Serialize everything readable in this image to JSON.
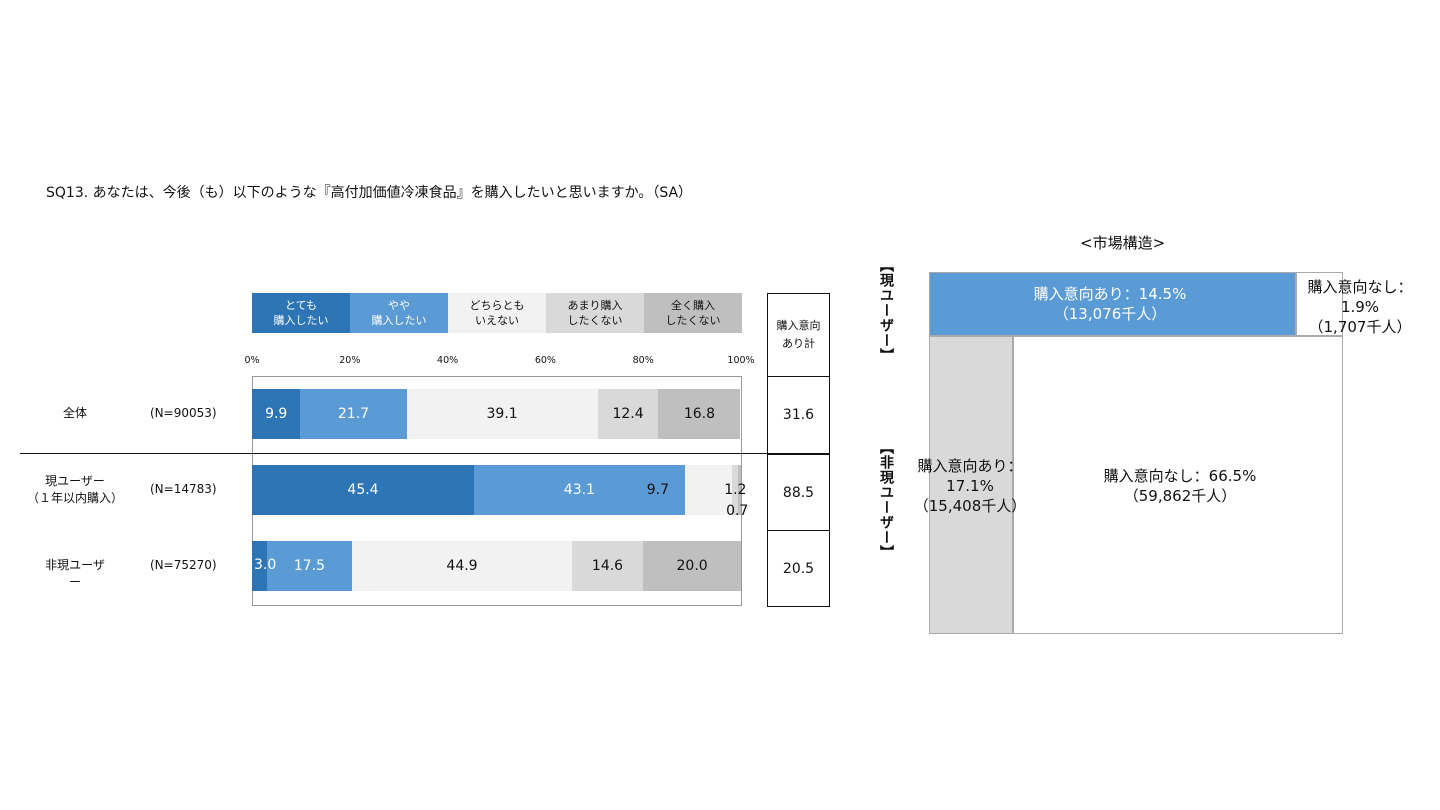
{
  "question": "SQ13. あなたは、今後（も）以下のような『高付加価値冷凍食品』を購入したいと思いますか。（SA）",
  "chart_data": [
    {
      "type": "bar",
      "orientation": "horizontal",
      "stacked": true,
      "xlim": [
        0,
        100
      ],
      "ticks": [
        "0%",
        "20%",
        "40%",
        "60%",
        "80%",
        "100%"
      ],
      "legend": [
        "とても\n購入したい",
        "やや\n購入したい",
        "どちらとも\nいえない",
        "あまり購入\nしたくない",
        "全く購入\nしたくない"
      ],
      "colors": [
        "#2e75b6",
        "#5b9bd5",
        "#f2f2f2",
        "#d9d9d9",
        "#bfbfbf"
      ],
      "label_colors": [
        "#ffffff",
        "#ffffff",
        "#111111",
        "#111111",
        "#111111"
      ],
      "legend_placement": "top",
      "categories": [
        {
          "label": "全体",
          "n": "(N=90053)",
          "values": [
            9.9,
            21.7,
            39.1,
            12.4,
            16.8
          ],
          "total": "31.6"
        },
        {
          "label": "現ユーザー\n（１年以内購入）",
          "n": "(N=14783)",
          "values": [
            45.4,
            43.1,
            9.7,
            1.2,
            0.7
          ],
          "total": "88.5"
        },
        {
          "label": "非現ユーザー",
          "n": "(N=75270)",
          "values": [
            3.0,
            17.5,
            44.9,
            14.6,
            20.0
          ],
          "total": "20.5"
        }
      ],
      "total_header": "購入意向\nあり計"
    },
    {
      "type": "mosaic",
      "title": "<市場構造>",
      "row_labels": [
        "【現ユーザー】",
        "【非現ユーザー】"
      ],
      "cells": [
        {
          "label": "購入意向あり：14.5%",
          "sub": "（13,076千人）",
          "value": 14.5,
          "color": "#5b9bd5"
        },
        {
          "label": "購入意向なし：\n1.9%",
          "sub": "（1,707千人）",
          "value": 1.9,
          "color": "#ffffff"
        },
        {
          "label": "購入意向あり：\n17.1%",
          "sub": "（15,408千人）",
          "value": 17.1,
          "color": "#d9d9d9"
        },
        {
          "label": "購入意向なし：66.5%",
          "sub": "（59,862千人）",
          "value": 66.5,
          "color": "#ffffff"
        }
      ]
    }
  ]
}
